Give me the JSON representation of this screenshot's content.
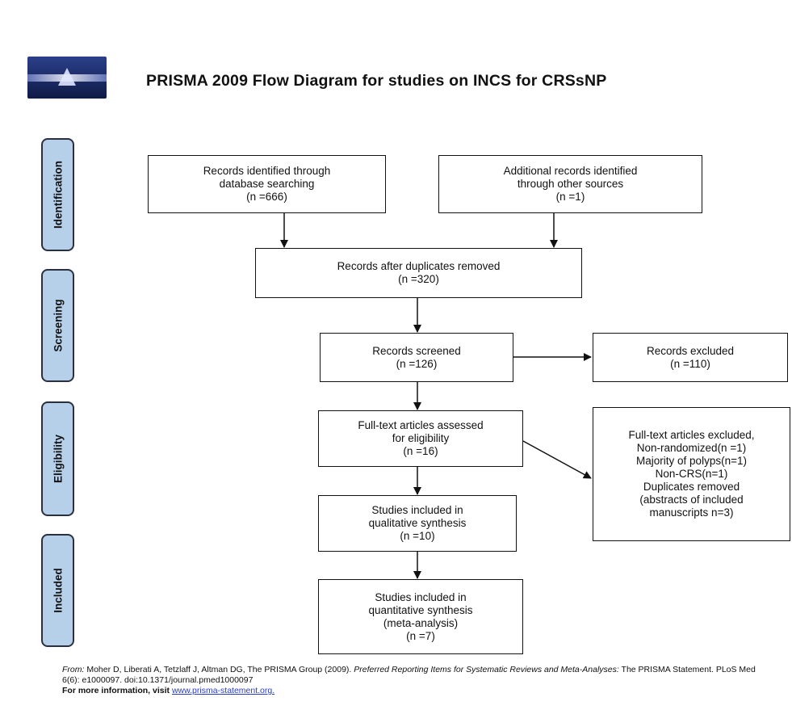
{
  "header": {
    "title": "PRISMA 2009 Flow Diagram for studies on INCS for CRSsNP"
  },
  "phases": {
    "identification": "Identification",
    "screening": "Screening",
    "eligibility": "Eligibility",
    "included": "Included"
  },
  "boxes": {
    "db_search": [
      "Records identified through",
      "database searching",
      "(n =666)"
    ],
    "other_sources": [
      "Additional records identified",
      "through other sources",
      "(n =1)"
    ],
    "after_duplicates": [
      "Records after duplicates removed",
      "(n =320)"
    ],
    "screened": [
      "Records screened",
      "(n =126)"
    ],
    "excluded": [
      "Records excluded",
      "(n =110)"
    ],
    "fulltext_assessed": [
      "Full-text articles assessed",
      "for eligibility",
      "(n =16)"
    ],
    "fulltext_excluded": [
      "Full-text articles excluded,",
      "Non-randomized(n =1)",
      "Majority of polyps(n=1)",
      "Non-CRS(n=1)",
      "Duplicates removed",
      "(abstracts of included",
      "manuscripts n=3)"
    ],
    "qualitative": [
      "Studies included in",
      "qualitative synthesis",
      "(n =10)"
    ],
    "quantitative": [
      "Studies included in",
      "quantitative synthesis",
      "(meta-analysis)",
      "(n =7)"
    ]
  },
  "footer": {
    "from_label": "From:",
    "citation_1": "Moher D, Liberati A, Tetzlaff J, Altman DG, The PRISMA Group (2009).",
    "citation_italic": "Preferred Reporting Items for Systematic Reviews and Meta-Analyses:",
    "citation_2": "The PRISMA Statement. PLoS Med 6(6): e1000097. doi:10.1371/journal.pmed1000097",
    "more_info": "For more information, visit",
    "link": "www.prisma-statement.org."
  },
  "colors": {
    "phase_fill": "#b7d0ea",
    "line": "#111111",
    "link": "#2a3cc2"
  },
  "icons": {
    "logo": "prisma-logo"
  }
}
